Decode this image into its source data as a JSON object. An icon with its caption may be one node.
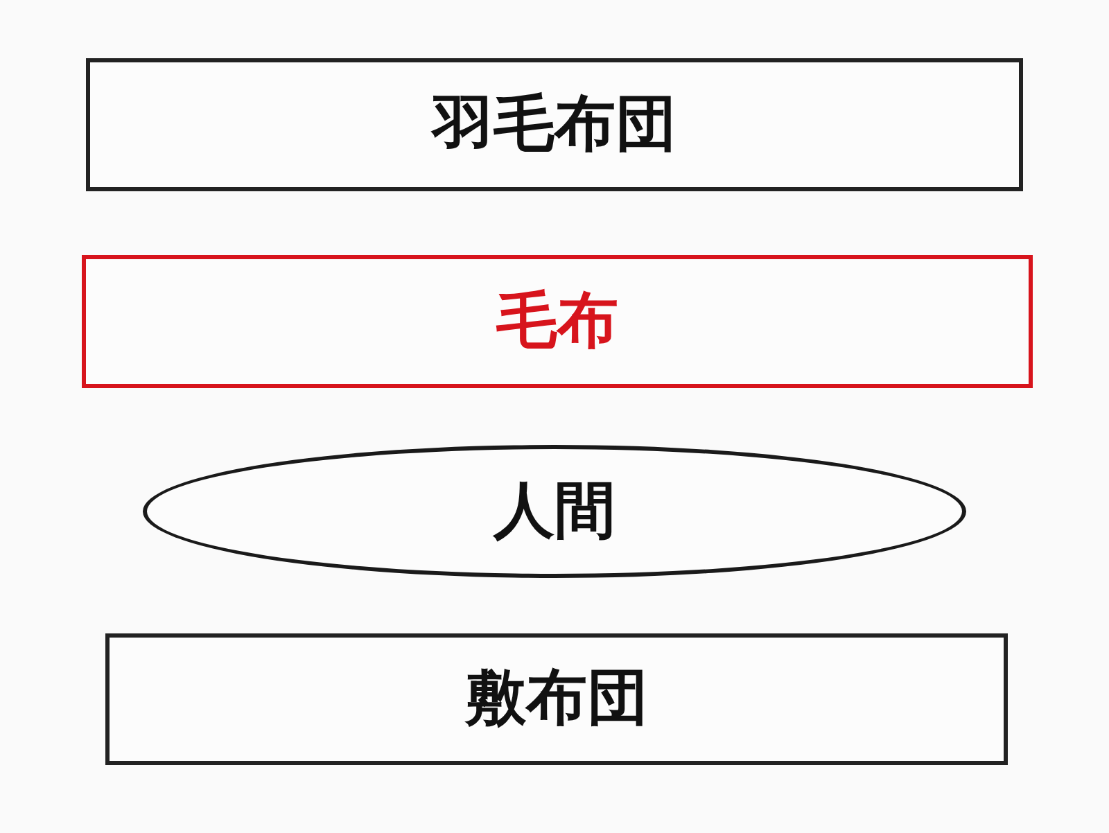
{
  "diagram": {
    "nodes": [
      {
        "text": [
          "羽毛布団"
        ]
      },
      {
        "text": [
          "毛布"
        ]
      },
      {
        "text": [
          "人間"
        ]
      },
      {
        "text": [
          "敷布団"
        ]
      }
    ]
  }
}
